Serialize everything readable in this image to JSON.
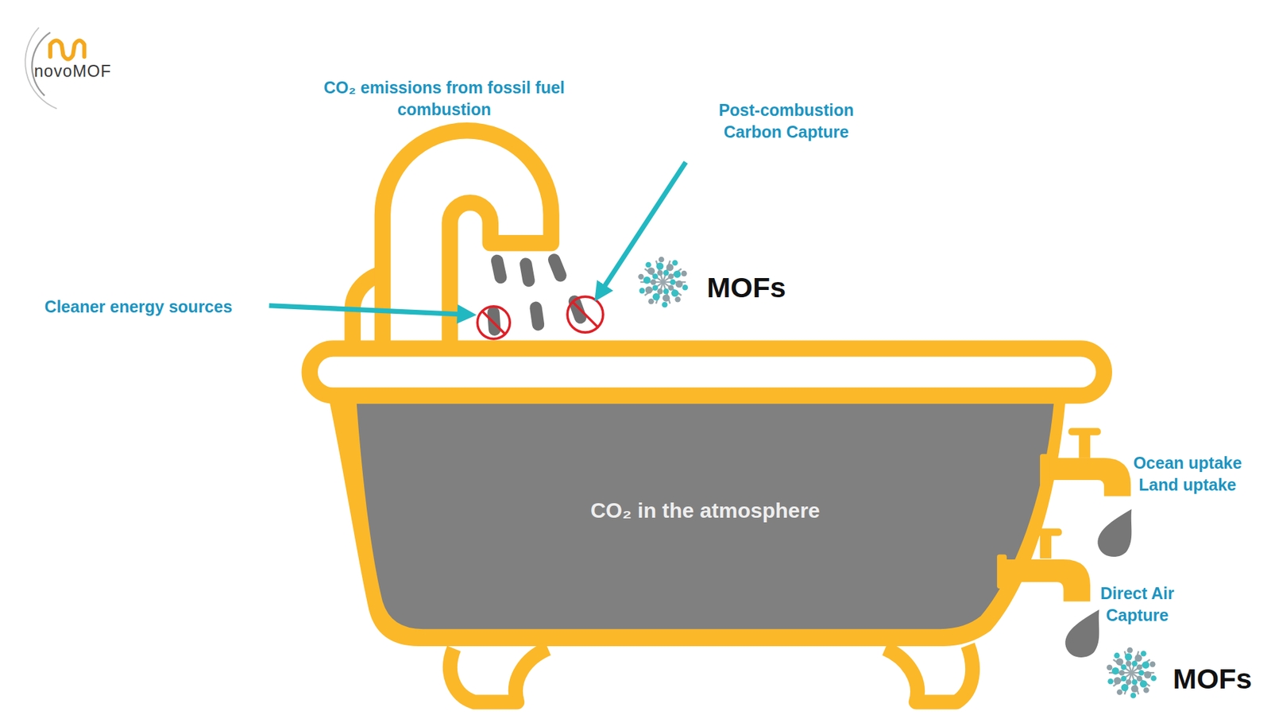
{
  "diagram": {
    "nodes": [
      {
        "text": [
          "CO₂ in the atmosphere"
        ]
      }
    ],
    "labels": [
      "novoMOF",
      "CO₂ emissions from fossil fuel combustion",
      "Post-combustion Carbon Capture",
      "Cleaner energy sources",
      "MOFs",
      "Ocean uptake Land uptake",
      "Direct Air Capture",
      "MOFs"
    ]
  }
}
